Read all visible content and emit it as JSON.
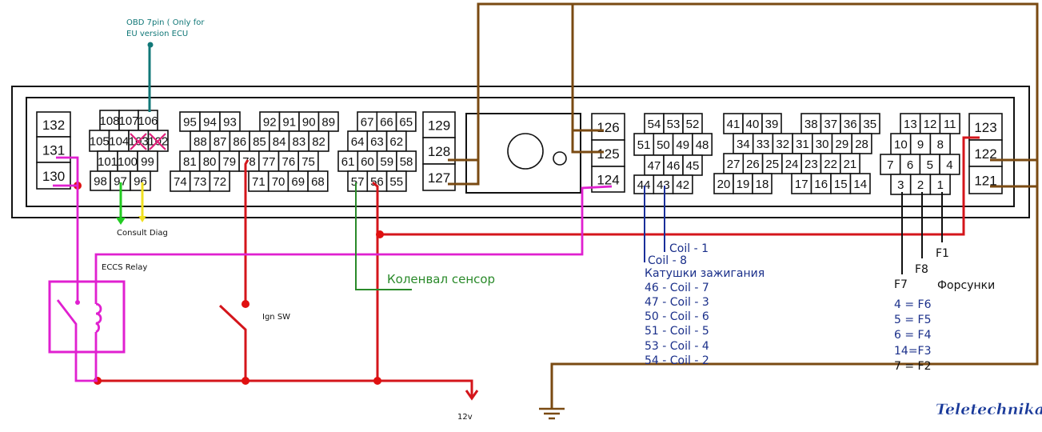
{
  "pins": [
    [
      "132"
    ],
    [
      "131"
    ],
    [
      "130"
    ],
    [
      "108",
      "107",
      "106"
    ],
    [
      "105",
      "104",
      "103",
      "102"
    ],
    [
      "101",
      "100",
      "99"
    ],
    [
      "98",
      "97",
      "96"
    ],
    [
      "95",
      "94",
      "93"
    ],
    [
      "92",
      "91",
      "90",
      "89"
    ],
    [
      "88",
      "87",
      "86",
      "85",
      "84",
      "83",
      "82"
    ],
    [
      "81",
      "80",
      "79",
      "78",
      "77",
      "76",
      "75"
    ],
    [
      "74",
      "73",
      "72"
    ],
    [
      "71",
      "70",
      "69",
      "68"
    ],
    [
      "67",
      "66",
      "65"
    ],
    [
      "64",
      "63",
      "62"
    ],
    [
      "61",
      "60",
      "59",
      "58"
    ],
    [
      "57",
      "56",
      "55"
    ],
    [
      "129"
    ],
    [
      "128"
    ],
    [
      "127"
    ],
    [
      "126"
    ],
    [
      "125"
    ],
    [
      "124"
    ],
    [
      "54",
      "53",
      "52"
    ],
    [
      "51",
      "50",
      "49",
      "48"
    ],
    [
      "47",
      "46",
      "45"
    ],
    [
      "44",
      "43",
      "42"
    ],
    [
      "41",
      "40",
      "39"
    ],
    [
      "38",
      "37",
      "36",
      "35"
    ],
    [
      "34",
      "33",
      "32",
      "31",
      "30",
      "29",
      "28"
    ],
    [
      "27",
      "26",
      "25",
      "24",
      "23",
      "22",
      "21"
    ],
    [
      "20",
      "19",
      "18"
    ],
    [
      "17",
      "16",
      "15",
      "14"
    ],
    [
      "13",
      "12",
      "11"
    ],
    [
      "10",
      "9",
      "8"
    ],
    [
      "7",
      "6",
      "5",
      "4"
    ],
    [
      "3",
      "2",
      "1"
    ],
    [
      "123"
    ],
    [
      "122"
    ],
    [
      "121"
    ]
  ],
  "disabled_pins": [
    "103",
    "102"
  ],
  "labels": {
    "obd_line1": "OBD 7pin ( Only for",
    "obd_line2": "EU version ECU",
    "consult": "Consult Diag",
    "eccs_relay": "ECCS Relay",
    "ign_sw": "Ign SW",
    "power": "12v",
    "crank_sensor": "Коленвал сенсор",
    "coil_1": "Coil - 1",
    "coil_8": "Coil - 8",
    "coils_title": "Катушки зажигания",
    "coil_list": [
      "46 - Coil - 7",
      "47 - Coil - 3",
      "50 - Coil - 6",
      "51 - Coil - 5",
      "53 - Coil - 4",
      "54 - Coil - 2"
    ],
    "f1": "F1",
    "f8": "F8",
    "f7": "F7",
    "injectors_title": "Форсунки",
    "injector_list": [
      "4 = F6",
      "5 = F5",
      "6 = F4",
      "14=F3",
      "7 = F2"
    ],
    "logo": "Teletechnika"
  },
  "colors": {
    "power_wire": "#d4151b",
    "relay": "#e020d0",
    "ground_wire": "#7a4a12",
    "obd_wire": "#127878",
    "consult_green": "#22cc22",
    "consult_yellow": "#f0e020",
    "crank_wire": "#2a8a2a",
    "coil_text": "#1a2f8a",
    "logo": "#1a3a9a"
  }
}
